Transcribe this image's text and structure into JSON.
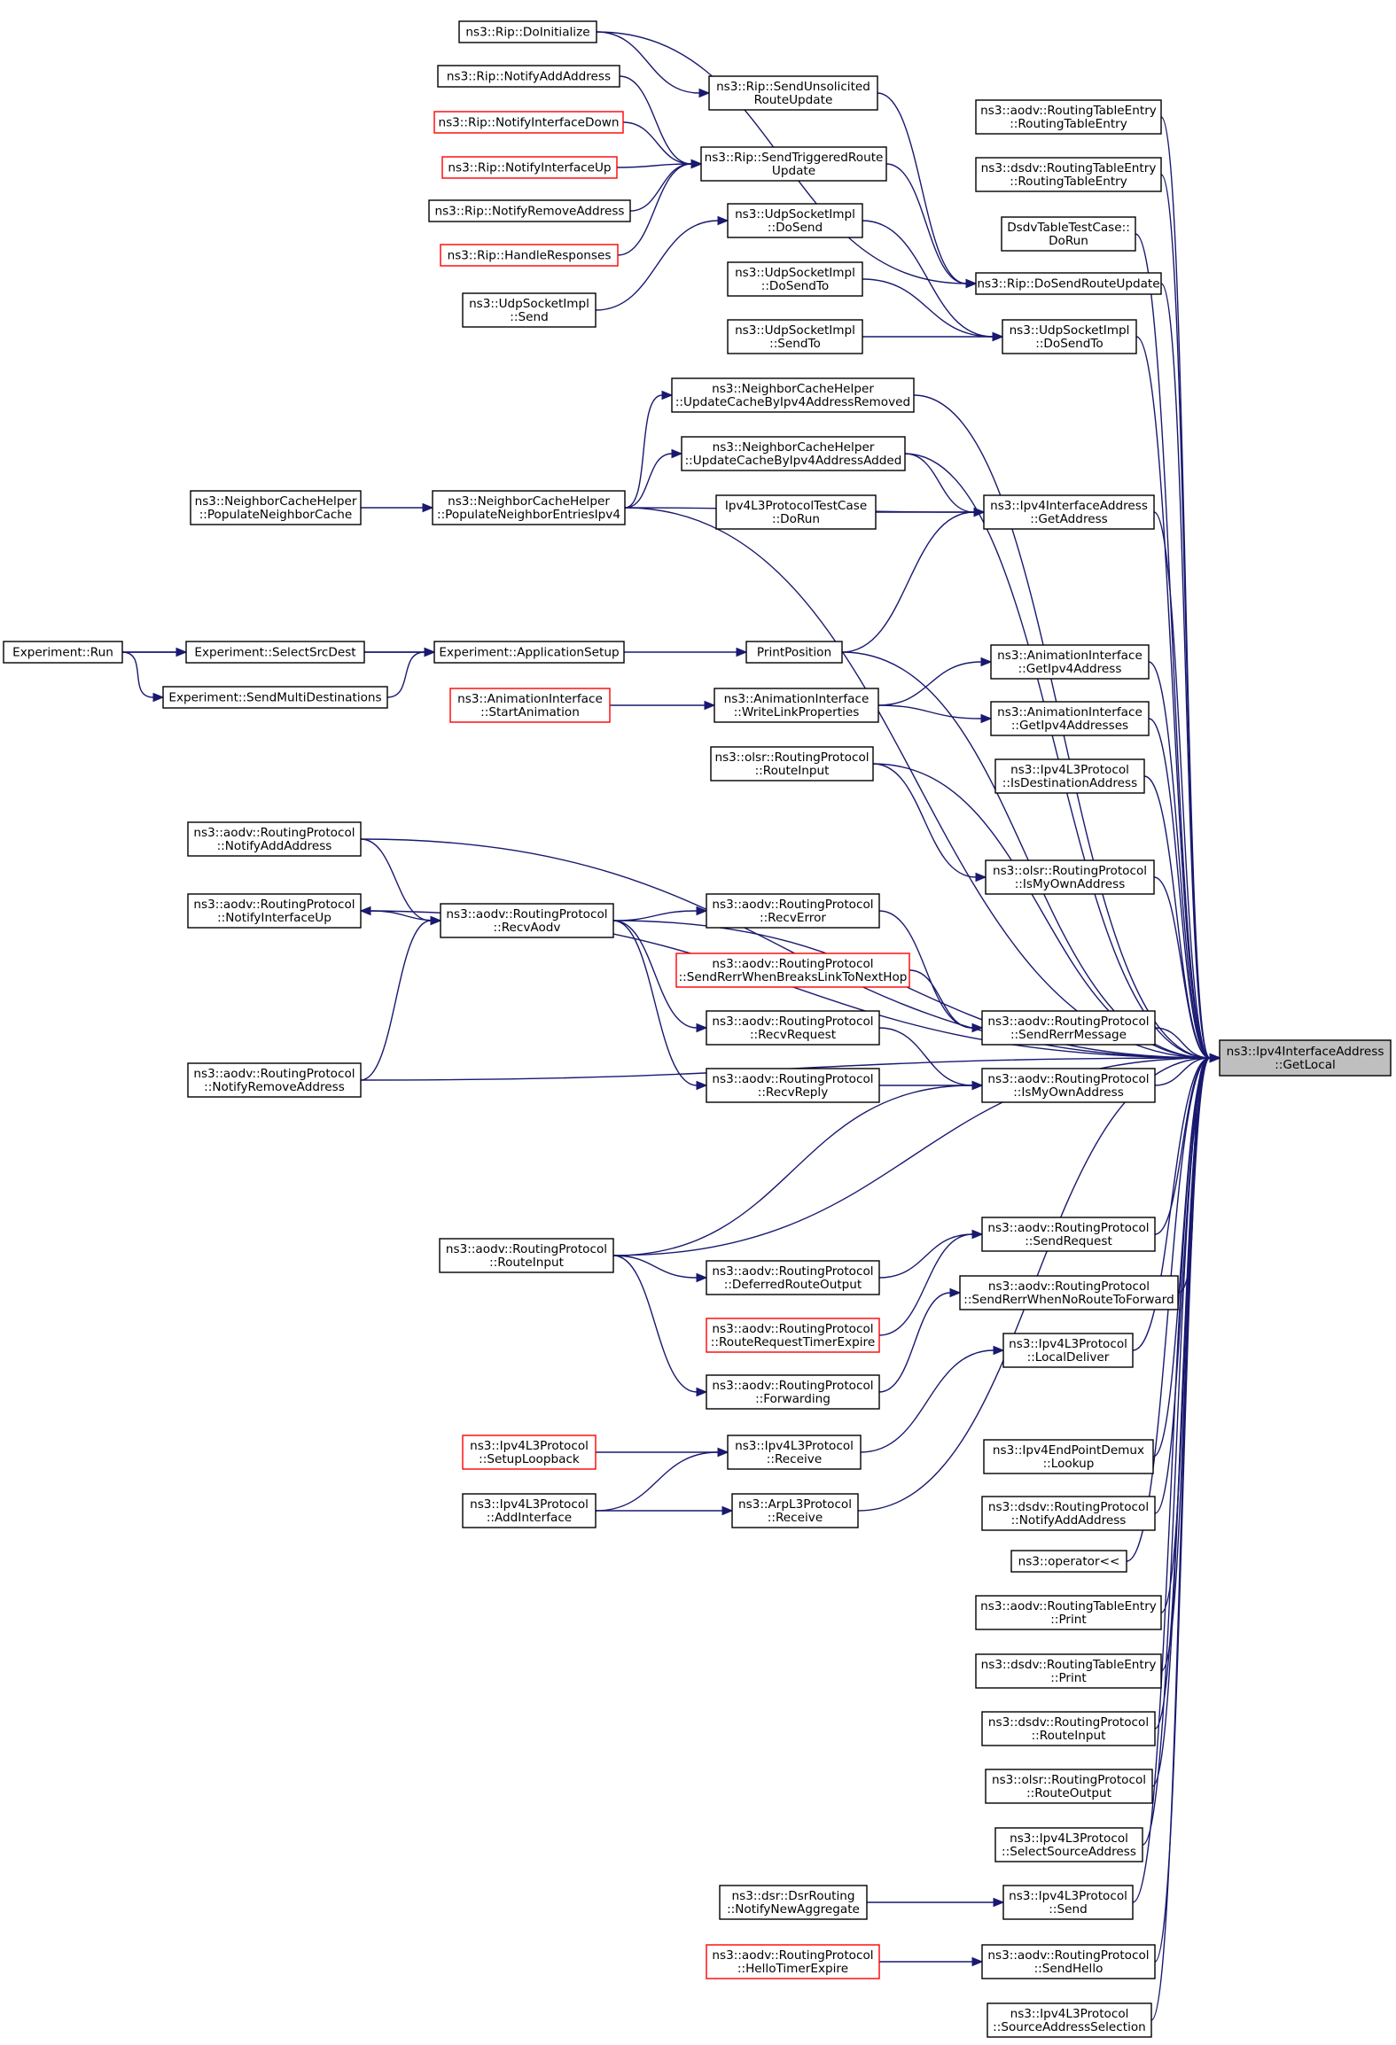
{
  "colors": {
    "edge": "#191970",
    "node_border": "#000000",
    "node_border_truncated": "#ff0000",
    "target_fill": "#bfbfbf",
    "background": "#ffffff"
  },
  "nodes": {
    "getlocal": {
      "lines": [
        "ns3::Ipv4InterfaceAddress",
        "::GetLocal"
      ],
      "style": "target"
    },
    "rip_doinit": {
      "lines": [
        "ns3::Rip::DoInitialize"
      ]
    },
    "rip_notifyadd": {
      "lines": [
        "ns3::Rip::NotifyAddAddress"
      ]
    },
    "rip_ifdown": {
      "lines": [
        "ns3::Rip::NotifyInterfaceDown"
      ],
      "style": "red"
    },
    "rip_ifup": {
      "lines": [
        "ns3::Rip::NotifyInterfaceUp"
      ],
      "style": "red"
    },
    "rip_notifyremove": {
      "lines": [
        "ns3::Rip::NotifyRemoveAddress"
      ]
    },
    "rip_handleresp": {
      "lines": [
        "ns3::Rip::HandleResponses"
      ],
      "style": "red"
    },
    "udp_send": {
      "lines": [
        "ns3::UdpSocketImpl",
        "::Send"
      ]
    },
    "rip_unsolicited": {
      "lines": [
        "ns3::Rip::SendUnsolicited",
        "RouteUpdate"
      ]
    },
    "rip_triggered": {
      "lines": [
        "ns3::Rip::SendTriggeredRoute",
        "Update"
      ]
    },
    "udp_dosend": {
      "lines": [
        "ns3::UdpSocketImpl",
        "::DoSend"
      ]
    },
    "udp_dosendto_in": {
      "lines": [
        "ns3::UdpSocketImpl",
        "::DoSendTo"
      ]
    },
    "udp_sendto": {
      "lines": [
        "ns3::UdpSocketImpl",
        "::SendTo"
      ]
    },
    "aodv_rte_ctor": {
      "lines": [
        "ns3::aodv::RoutingTableEntry",
        "::RoutingTableEntry"
      ]
    },
    "dsdv_rte_ctor": {
      "lines": [
        "ns3::dsdv::RoutingTableEntry",
        "::RoutingTableEntry"
      ]
    },
    "dsdv_testcase": {
      "lines": [
        "DsdvTableTestCase::",
        "DoRun"
      ]
    },
    "rip_dosendroute": {
      "lines": [
        "ns3::Rip::DoSendRouteUpdate"
      ]
    },
    "udp_dosendto": {
      "lines": [
        "ns3::UdpSocketImpl",
        "::DoSendTo"
      ]
    },
    "nch_removed": {
      "lines": [
        "ns3::NeighborCacheHelper",
        "::UpdateCacheByIpv4AddressRemoved"
      ]
    },
    "nch_added": {
      "lines": [
        "ns3::NeighborCacheHelper",
        "::UpdateCacheByIpv4AddressAdded"
      ]
    },
    "nch_populate": {
      "lines": [
        "ns3::NeighborCacheHelper",
        "::PopulateNeighborCache"
      ]
    },
    "nch_popipv4": {
      "lines": [
        "ns3::NeighborCacheHelper",
        "::PopulateNeighborEntriesIpv4"
      ]
    },
    "ipv4l3_testcase": {
      "lines": [
        "Ipv4L3ProtocolTestCase",
        "::DoRun"
      ]
    },
    "ipv4ia_getaddress": {
      "lines": [
        "ns3::Ipv4InterfaceAddress",
        "::GetAddress"
      ]
    },
    "exp_run": {
      "lines": [
        "Experiment::Run"
      ]
    },
    "exp_selectsrc": {
      "lines": [
        "Experiment::SelectSrcDest"
      ]
    },
    "exp_sendmulti": {
      "lines": [
        "Experiment::SendMultiDestinations"
      ]
    },
    "exp_appsetup": {
      "lines": [
        "Experiment::ApplicationSetup"
      ]
    },
    "printposition": {
      "lines": [
        "PrintPosition"
      ]
    },
    "anim_start": {
      "lines": [
        "ns3::AnimationInterface",
        "::StartAnimation"
      ],
      "style": "red"
    },
    "anim_writelink": {
      "lines": [
        "ns3::AnimationInterface",
        "::WriteLinkProperties"
      ]
    },
    "anim_getipv4": {
      "lines": [
        "ns3::AnimationInterface",
        "::GetIpv4Address"
      ]
    },
    "anim_getipv4s": {
      "lines": [
        "ns3::AnimationInterface",
        "::GetIpv4Addresses"
      ]
    },
    "olsr_routeinput": {
      "lines": [
        "ns3::olsr::RoutingProtocol",
        "::RouteInput"
      ]
    },
    "ipv4l3_isdest": {
      "lines": [
        "ns3::Ipv4L3Protocol",
        "::IsDestinationAddress"
      ]
    },
    "olsr_ismyown": {
      "lines": [
        "ns3::olsr::RoutingProtocol",
        "::IsMyOwnAddress"
      ]
    },
    "aodv_notifyadd": {
      "lines": [
        "ns3::aodv::RoutingProtocol",
        "::NotifyAddAddress"
      ]
    },
    "aodv_notifyifup": {
      "lines": [
        "ns3::aodv::RoutingProtocol",
        "::NotifyInterfaceUp"
      ]
    },
    "aodv_recvaodv": {
      "lines": [
        "ns3::aodv::RoutingProtocol",
        "::RecvAodv"
      ]
    },
    "aodv_recverror": {
      "lines": [
        "ns3::aodv::RoutingProtocol",
        "::RecvError"
      ]
    },
    "aodv_sendrerr_breaks": {
      "lines": [
        "ns3::aodv::RoutingProtocol",
        "::SendRerrWhenBreaksLinkToNextHop"
      ],
      "style": "red"
    },
    "aodv_recvrequest": {
      "lines": [
        "ns3::aodv::RoutingProtocol",
        "::RecvRequest"
      ]
    },
    "aodv_recvreply": {
      "lines": [
        "ns3::aodv::RoutingProtocol",
        "::RecvReply"
      ]
    },
    "aodv_sendrerrmsg": {
      "lines": [
        "ns3::aodv::RoutingProtocol",
        "::SendRerrMessage"
      ]
    },
    "aodv_ismyown": {
      "lines": [
        "ns3::aodv::RoutingProtocol",
        "::IsMyOwnAddress"
      ]
    },
    "aodv_notifyremove": {
      "lines": [
        "ns3::aodv::RoutingProtocol",
        "::NotifyRemoveAddress"
      ]
    },
    "aodv_routeinput": {
      "lines": [
        "ns3::aodv::RoutingProtocol",
        "::RouteInput"
      ]
    },
    "aodv_sendrequest": {
      "lines": [
        "ns3::aodv::RoutingProtocol",
        "::SendRequest"
      ]
    },
    "aodv_deferred": {
      "lines": [
        "ns3::aodv::RoutingProtocol",
        "::DeferredRouteOutput"
      ]
    },
    "aodv_sendrerr_noroute": {
      "lines": [
        "ns3::aodv::RoutingProtocol",
        "::SendRerrWhenNoRouteToForward"
      ]
    },
    "aodv_routereqtimer": {
      "lines": [
        "ns3::aodv::RoutingProtocol",
        "::RouteRequestTimerExpire"
      ],
      "style": "red"
    },
    "ipv4l3_localdeliver": {
      "lines": [
        "ns3::Ipv4L3Protocol",
        "::LocalDeliver"
      ]
    },
    "aodv_forwarding": {
      "lines": [
        "ns3::aodv::RoutingProtocol",
        "::Forwarding"
      ]
    },
    "ipv4l3_setuploopback": {
      "lines": [
        "ns3::Ipv4L3Protocol",
        "::SetupLoopback"
      ],
      "style": "red"
    },
    "ipv4l3_receive": {
      "lines": [
        "ns3::Ipv4L3Protocol",
        "::Receive"
      ]
    },
    "ipv4ep_lookup": {
      "lines": [
        "ns3::Ipv4EndPointDemux",
        "::Lookup"
      ]
    },
    "ipv4l3_addif": {
      "lines": [
        "ns3::Ipv4L3Protocol",
        "::AddInterface"
      ]
    },
    "arp_receive": {
      "lines": [
        "ns3::ArpL3Protocol",
        "::Receive"
      ]
    },
    "dsdv_notifyadd": {
      "lines": [
        "ns3::dsdv::RoutingProtocol",
        "::NotifyAddAddress"
      ]
    },
    "operator_lshift": {
      "lines": [
        "ns3::operator<<"
      ]
    },
    "aodv_rte_print": {
      "lines": [
        "ns3::aodv::RoutingTableEntry",
        "::Print"
      ]
    },
    "dsdv_rte_print": {
      "lines": [
        "ns3::dsdv::RoutingTableEntry",
        "::Print"
      ]
    },
    "dsdv_routeinput": {
      "lines": [
        "ns3::dsdv::RoutingProtocol",
        "::RouteInput"
      ]
    },
    "olsr_routeoutput": {
      "lines": [
        "ns3::olsr::RoutingProtocol",
        "::RouteOutput"
      ]
    },
    "ipv4l3_selectsrc": {
      "lines": [
        "ns3::Ipv4L3Protocol",
        "::SelectSourceAddress"
      ]
    },
    "dsr_notifynewagg": {
      "lines": [
        "ns3::dsr::DsrRouting",
        "::NotifyNewAggregate"
      ]
    },
    "ipv4l3_send": {
      "lines": [
        "ns3::Ipv4L3Protocol",
        "::Send"
      ]
    },
    "aodv_hellotimer": {
      "lines": [
        "ns3::aodv::RoutingProtocol",
        "::HelloTimerExpire"
      ],
      "style": "red"
    },
    "aodv_sendhello": {
      "lines": [
        "ns3::aodv::RoutingProtocol",
        "::SendHello"
      ]
    },
    "ipv4l3_srcaddrsel": {
      "lines": [
        "ns3::Ipv4L3Protocol",
        "::SourceAddressSelection"
      ]
    }
  },
  "edges": [
    [
      "rip_doinit",
      "rip_unsolicited"
    ],
    [
      "rip_doinit",
      "rip_dosendroute"
    ],
    [
      "rip_notifyadd",
      "rip_triggered"
    ],
    [
      "rip_ifdown",
      "rip_triggered"
    ],
    [
      "rip_ifup",
      "rip_triggered"
    ],
    [
      "rip_notifyremove",
      "rip_triggered"
    ],
    [
      "rip_handleresp",
      "rip_triggered"
    ],
    [
      "udp_send",
      "udp_dosend"
    ],
    [
      "rip_unsolicited",
      "rip_dosendroute"
    ],
    [
      "rip_triggered",
      "rip_dosendroute"
    ],
    [
      "udp_dosend",
      "udp_dosendto"
    ],
    [
      "udp_dosendto_in",
      "udp_dosendto"
    ],
    [
      "udp_sendto",
      "udp_dosendto"
    ],
    [
      "nch_populate",
      "nch_popipv4"
    ],
    [
      "nch_popipv4",
      "nch_removed"
    ],
    [
      "nch_popipv4",
      "nch_added"
    ],
    [
      "nch_popipv4",
      "ipv4ia_getaddress"
    ],
    [
      "nch_added",
      "ipv4ia_getaddress"
    ],
    [
      "ipv4l3_testcase",
      "ipv4ia_getaddress"
    ],
    [
      "printposition",
      "ipv4ia_getaddress"
    ],
    [
      "exp_run",
      "exp_selectsrc"
    ],
    [
      "exp_run",
      "exp_sendmulti"
    ],
    [
      "exp_run",
      "exp_appsetup"
    ],
    [
      "exp_selectsrc",
      "exp_appsetup"
    ],
    [
      "exp_sendmulti",
      "exp_appsetup"
    ],
    [
      "exp_appsetup",
      "printposition"
    ],
    [
      "anim_start",
      "anim_writelink"
    ],
    [
      "anim_writelink",
      "anim_getipv4"
    ],
    [
      "anim_writelink",
      "anim_getipv4s"
    ],
    [
      "olsr_routeinput",
      "olsr_ismyown"
    ],
    [
      "aodv_notifyadd",
      "aodv_recvaodv"
    ],
    [
      "aodv_recvaodv",
      "aodv_notifyifup"
    ],
    [
      "aodv_notifyremove",
      "aodv_recvaodv"
    ],
    [
      "aodv_recvaodv",
      "aodv_recverror"
    ],
    [
      "aodv_recvaodv",
      "aodv_recvrequest"
    ],
    [
      "aodv_recvaodv",
      "aodv_recvreply"
    ],
    [
      "aodv_recverror",
      "aodv_sendrerrmsg"
    ],
    [
      "aodv_sendrerr_breaks",
      "aodv_sendrerrmsg"
    ],
    [
      "aodv_recvrequest",
      "aodv_ismyown"
    ],
    [
      "aodv_recvreply",
      "aodv_ismyown"
    ],
    [
      "aodv_routeinput",
      "aodv_ismyown"
    ],
    [
      "aodv_routeinput",
      "aodv_deferred"
    ],
    [
      "aodv_routeinput",
      "aodv_forwarding"
    ],
    [
      "aodv_deferred",
      "aodv_sendrequest"
    ],
    [
      "aodv_routereqtimer",
      "aodv_sendrequest"
    ],
    [
      "aodv_forwarding",
      "aodv_sendrerr_noroute"
    ],
    [
      "ipv4l3_receive",
      "ipv4l3_localdeliver"
    ],
    [
      "ipv4l3_setuploopback",
      "ipv4l3_receive"
    ],
    [
      "ipv4l3_addif",
      "ipv4l3_receive"
    ],
    [
      "ipv4l3_addif",
      "arp_receive"
    ],
    [
      "dsr_notifynewagg",
      "ipv4l3_send"
    ],
    [
      "aodv_hellotimer",
      "aodv_sendhello"
    ],
    [
      "aodv_rte_ctor",
      "getlocal"
    ],
    [
      "dsdv_rte_ctor",
      "getlocal"
    ],
    [
      "dsdv_testcase",
      "getlocal"
    ],
    [
      "rip_dosendroute",
      "getlocal"
    ],
    [
      "udp_dosendto",
      "getlocal"
    ],
    [
      "nch_removed",
      "getlocal"
    ],
    [
      "nch_added",
      "getlocal"
    ],
    [
      "ipv4ia_getaddress",
      "getlocal"
    ],
    [
      "nch_popipv4",
      "getlocal"
    ],
    [
      "printposition",
      "getlocal"
    ],
    [
      "anim_getipv4",
      "getlocal"
    ],
    [
      "anim_getipv4s",
      "getlocal"
    ],
    [
      "ipv4l3_isdest",
      "getlocal"
    ],
    [
      "olsr_routeinput",
      "getlocal"
    ],
    [
      "aodv_notifyadd",
      "getlocal"
    ],
    [
      "olsr_ismyown",
      "getlocal"
    ],
    [
      "aodv_notifyifup",
      "getlocal"
    ],
    [
      "aodv_recvaodv",
      "getlocal"
    ],
    [
      "aodv_sendrerrmsg",
      "getlocal"
    ],
    [
      "aodv_ismyown",
      "getlocal"
    ],
    [
      "aodv_notifyremove",
      "getlocal"
    ],
    [
      "aodv_routeinput",
      "getlocal"
    ],
    [
      "aodv_sendrequest",
      "getlocal"
    ],
    [
      "aodv_sendrerr_noroute",
      "getlocal"
    ],
    [
      "ipv4l3_localdeliver",
      "getlocal"
    ],
    [
      "arp_receive",
      "getlocal"
    ],
    [
      "ipv4ep_lookup",
      "getlocal"
    ],
    [
      "dsdv_notifyadd",
      "getlocal"
    ],
    [
      "operator_lshift",
      "getlocal"
    ],
    [
      "aodv_rte_print",
      "getlocal"
    ],
    [
      "dsdv_rte_print",
      "getlocal"
    ],
    [
      "dsdv_routeinput",
      "getlocal"
    ],
    [
      "olsr_routeoutput",
      "getlocal"
    ],
    [
      "ipv4l3_selectsrc",
      "getlocal"
    ],
    [
      "ipv4l3_send",
      "getlocal"
    ],
    [
      "aodv_sendhello",
      "getlocal"
    ],
    [
      "ipv4l3_srcaddrsel",
      "getlocal"
    ]
  ]
}
